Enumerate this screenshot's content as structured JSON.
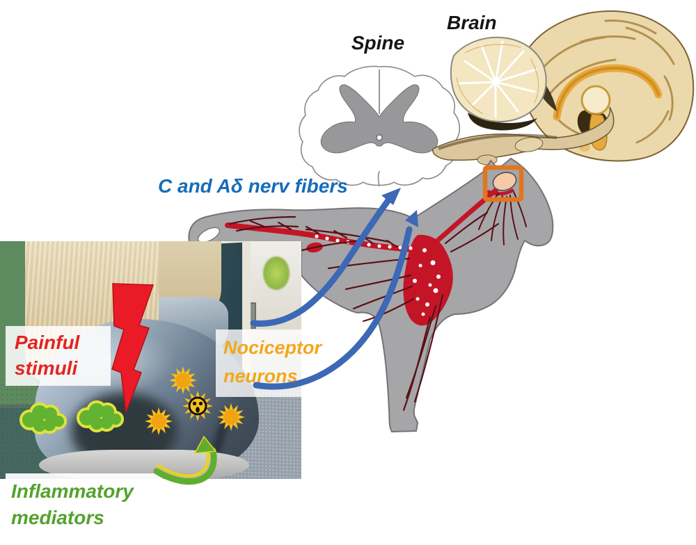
{
  "figure": {
    "region_labels": {
      "spine": "Spine",
      "brain": "Brain"
    },
    "pathway_labels": {
      "nerve_fibers": "C and Aδ nerv fibers",
      "painful_stimuli": {
        "line1": "Painful",
        "line2": "stimuli"
      },
      "nociceptor_neurons": {
        "line1": "Nociceptor",
        "line2": "neurons"
      },
      "inflammatory_mediators": {
        "line1": "Inflammatory",
        "line2": "mediators"
      }
    },
    "icons": {
      "lightning_bolt": "painful-stimuli-bolt",
      "sun_burst": "nociceptor-neuron-marker",
      "face_sun": "sensitized-nociceptor-marker",
      "green_cloud": "inflammatory-mediator-cloud",
      "blue_arrow": "ascending-nerve-signal-arrow",
      "green_arrow": "mediator-release-arrow",
      "orange_box": "brain-highlight-box"
    },
    "colors": {
      "nerve_fiber_text": "#176cb8",
      "painful_text": "#e52320",
      "nociceptor_text": "#f3a71b",
      "inflammatory_text": "#54a22e",
      "horse_body": "#a6a6a8",
      "nerve_red": "#c41527",
      "arrow_blue": "#3c68b5",
      "highlight_orange": "#e0761f",
      "bolt_red": "#ea1b27",
      "sun_yellow": "#f1a312",
      "cloud_green": "#63b332"
    }
  }
}
